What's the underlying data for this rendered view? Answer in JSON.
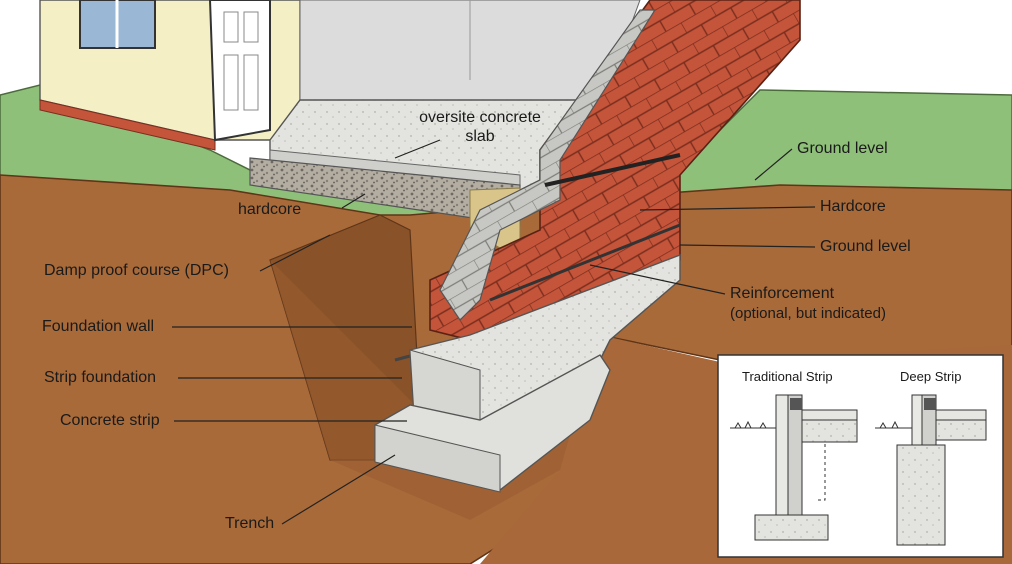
{
  "labels": {
    "oversite_slab_line1": "oversite concrete",
    "oversite_slab_line2": "slab",
    "hardcore_left": "hardcore",
    "dpc": "Damp proof course (DPC)",
    "foundation_wall": "Foundation wall",
    "strip_foundation": "Strip foundation",
    "concrete_strip": "Concrete strip",
    "trench": "Trench",
    "ground_level_top": "Ground level",
    "hardcore_right": "Hardcore",
    "ground_level_mid": "Ground level",
    "reinforcement": "Reinforcement",
    "reinforcement_note": "(optional, but indicated)"
  },
  "inset": {
    "traditional_title": "Traditional Strip",
    "deep_title": "Deep Strip"
  },
  "colors": {
    "soil": "#a96a3a",
    "soil_dark": "#8a5229",
    "grass": "#8fc07a",
    "brick": "#c4543a",
    "concrete": "#d9d9d6",
    "wall_render": "#f5efc6"
  }
}
